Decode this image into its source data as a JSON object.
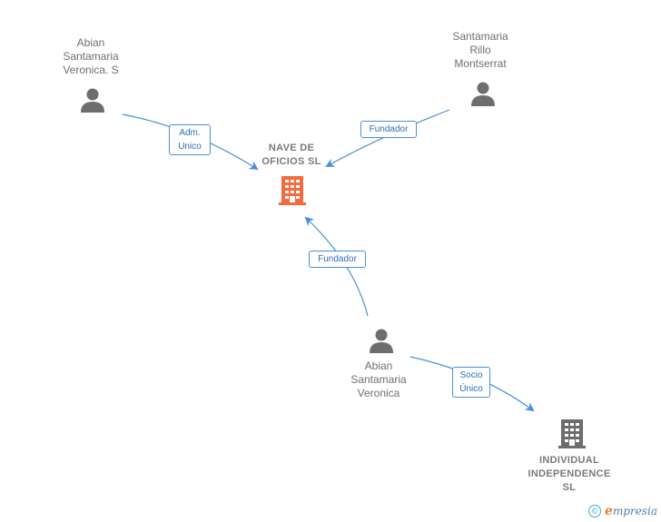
{
  "nodes": {
    "person_1": {
      "label": "Abian\nSantamaria\nVeronica.  S",
      "icon": "person-icon"
    },
    "person_2": {
      "label": "Santamaria\nRillo\nMontserrat",
      "icon": "person-icon"
    },
    "person_3": {
      "label": "Abian\nSantamaria\nVeronica",
      "icon": "person-icon"
    },
    "company_main": {
      "label": "NAVE DE\nOFICIOS  SL",
      "icon": "building-icon",
      "color": "#f26a3d"
    },
    "company_2": {
      "label": "INDIVIDUAL\nINDEPENDENCE\nSL",
      "icon": "building-icon",
      "color": "#6d6d6d"
    }
  },
  "edges": [
    {
      "from": "person_1",
      "to": "company_main",
      "label": "Adm.\nUnico"
    },
    {
      "from": "person_2",
      "to": "company_main",
      "label": "Fundador"
    },
    {
      "from": "person_3",
      "to": "company_main",
      "label": "Fundador"
    },
    {
      "from": "person_3",
      "to": "company_2",
      "label": "Socio\nÚnico"
    }
  ],
  "colors": {
    "edge": "#4a90d9",
    "person": "#6d6d6d"
  },
  "footer": {
    "copyright_symbol": "©",
    "brand_first": "e",
    "brand_rest": "mpresia"
  }
}
